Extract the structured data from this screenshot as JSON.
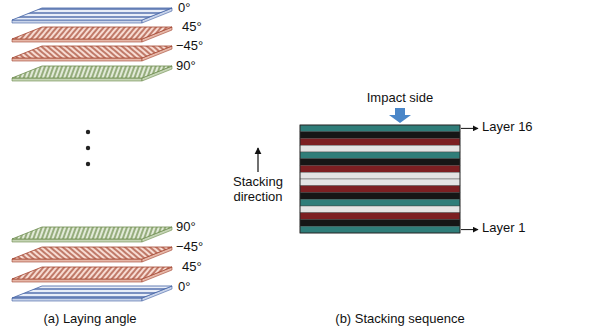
{
  "diagram": {
    "labels": [
      "0°",
      "45°",
      "−45°",
      "90°",
      "90°",
      "−45°",
      "45°",
      "0°",
      "Impact side",
      "Layer 16",
      "Layer 1",
      "Stacking direction",
      "(a) Laying angle",
      "(b) Stacking sequence"
    ]
  }
}
